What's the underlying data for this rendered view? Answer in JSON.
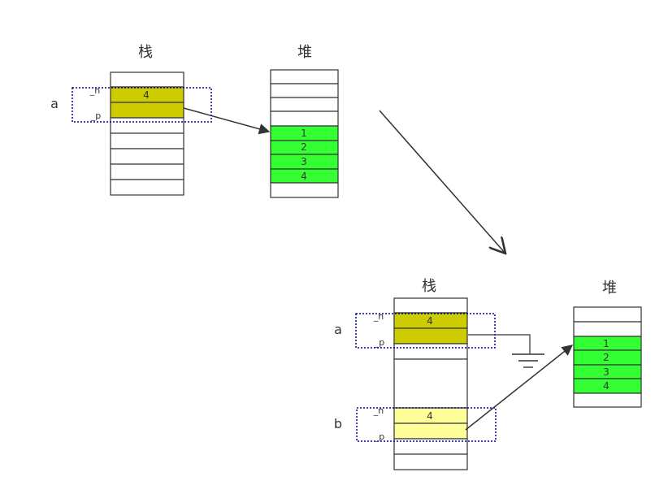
{
  "top": {
    "stack_title": "栈",
    "heap_title": "堆",
    "var_a": "a",
    "field_n": "_n",
    "field_p": "_p",
    "stack_value": "4",
    "heap_values": [
      "1",
      "2",
      "3",
      "4"
    ]
  },
  "bottom": {
    "stack_title": "栈",
    "heap_title": "堆",
    "var_a": "a",
    "var_b": "b",
    "a_field_n": "_n",
    "a_field_p": "_p",
    "b_field_n": "_n",
    "b_field_p": "_p",
    "a_value": "4",
    "b_value": "4",
    "heap_values": [
      "1",
      "2",
      "3",
      "4"
    ]
  },
  "colors": {
    "olive": "#cccc00",
    "green": "#33ff33",
    "light_yellow": "#ffff99",
    "dotted_blue": "#0000aa",
    "stroke": "#333333"
  }
}
